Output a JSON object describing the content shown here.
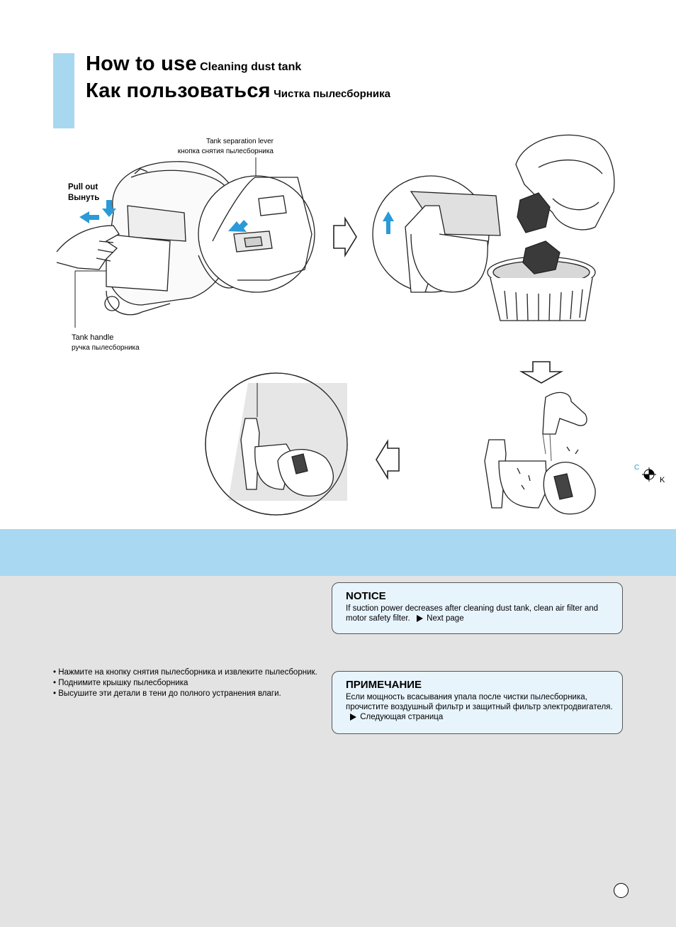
{
  "header": {
    "title_en": "How to use",
    "subtitle_en": "Cleaning dust tank",
    "title_ru": "Как пользоваться",
    "subtitle_ru": "Чистка пылесборника"
  },
  "labels": {
    "lever_en": "Tank separation lever",
    "lever_ru": "кнопка снятия пылесборника",
    "pull_en": "Pull out",
    "pull_ru": "Вынуть",
    "handle_en": "Tank handle",
    "handle_ru": "ручка пылесборника"
  },
  "registration": {
    "c": "C",
    "k": "K"
  },
  "notice_en": {
    "title": "NOTICE",
    "text": "If suction power decreases after cleaning dust tank, clean air filter and motor safety filter.",
    "link": "Next page"
  },
  "notice_ru": {
    "title": "ПРИМЕЧАНИЕ",
    "text": "Если мощность всасывания упала после чистки пылесборника, прочистите воздушный фильтр и защитный фильтр электродвигателя.",
    "link": "Следующая страница"
  },
  "steps_ru": [
    "• Нажмите на кнопку снятия пылесборника и извлеките пылесборник.",
    "• Поднимите крышку пылесборника",
    "• Высушите эти детали в тени до полного устранения влаги."
  ],
  "colors": {
    "accent_blue": "#a9d8f2",
    "arrow_blue": "#2a9ad8",
    "grey_bg": "#e3e3e3"
  }
}
